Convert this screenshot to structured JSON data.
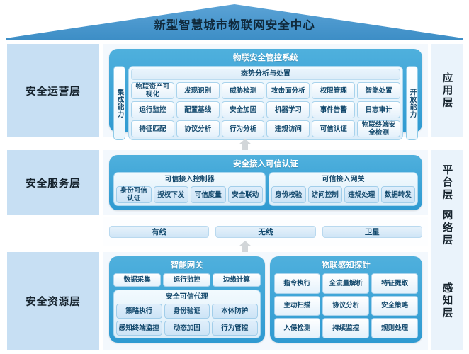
{
  "title": "新型智慧城市物联网安全中心",
  "colors": {
    "roof": "#4a97cf",
    "panel_blue": "#2f9ad1",
    "left_label_bg": "#c7dff3",
    "right_strip_bg": "#eaf3fb",
    "cell_text": "#12486c",
    "arrow": "#cfd3d6"
  },
  "layers": [
    {
      "id": "operation",
      "left_label": "安全运营层",
      "right_label": "应用层",
      "panel_title": "物联安全管控系统",
      "left_capsule": "集成能力",
      "right_capsule": "开放能力",
      "group_title": "态势分析与处置",
      "cells": [
        "物联资产可视化",
        "发现识别",
        "威胁检测",
        "攻击面分析",
        "权限管理",
        "智能处置",
        "运行监控",
        "配置基线",
        "安全加固",
        "机器学习",
        "事件告警",
        "日志审计",
        "特征匹配",
        "协议分析",
        "行为分析",
        "违规访问",
        "可信认证",
        "物联终端安全检测"
      ]
    },
    {
      "id": "service",
      "left_label": "安全服务层",
      "right_label": "平台层",
      "panel_title": "安全接入可信认证",
      "groups": [
        {
          "title": "可信接入控制器",
          "cells": [
            "身份可信认证",
            "授权下发",
            "可信度量",
            "安全联动"
          ]
        },
        {
          "title": "可信接入网关",
          "cells": [
            "身份校验",
            "访问控制",
            "违规处理",
            "数据转发"
          ]
        }
      ]
    },
    {
      "id": "network",
      "left_label": "",
      "right_label": "网络层",
      "cells": [
        "有线",
        "无线",
        "卫星"
      ]
    },
    {
      "id": "resource",
      "left_label": "安全资源层",
      "right_label": "感知层",
      "groups": [
        {
          "title": "智能网关",
          "cells": [
            "数据采集",
            "运行监控",
            "边缘计算"
          ],
          "sub": {
            "title": "安全可信代理",
            "cells": [
              "策略执行",
              "身份验证",
              "本体防护",
              "感知终端监控",
              "动态加固",
              "行为管控"
            ]
          }
        },
        {
          "title": "物联感知探针",
          "cells": [
            "指令执行",
            "全流量解析",
            "特征提取",
            "主动扫描",
            "协议分析",
            "安全策略",
            "入侵检测",
            "持续监控",
            "规则处理"
          ]
        }
      ]
    }
  ]
}
